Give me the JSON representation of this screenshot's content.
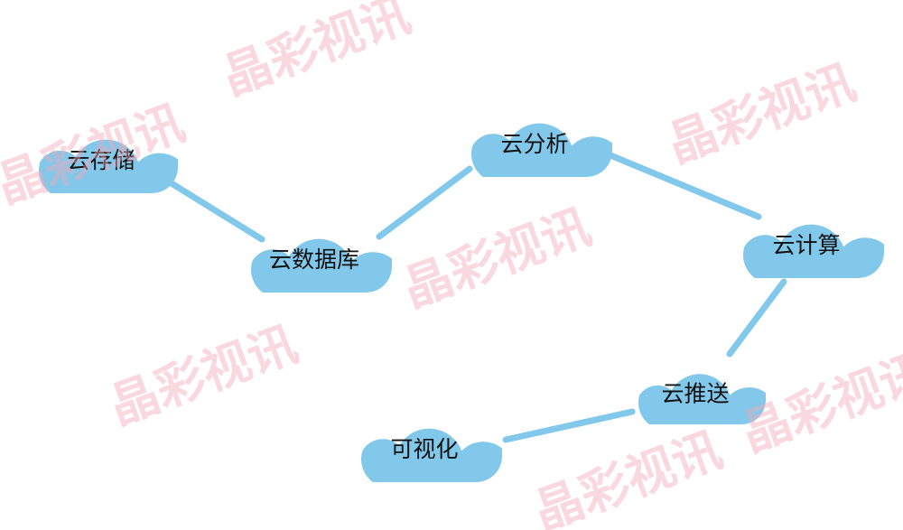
{
  "nodes": [
    {
      "id": "storage",
      "label": "云存储"
    },
    {
      "id": "database",
      "label": "云数据库"
    },
    {
      "id": "analysis",
      "label": "云分析"
    },
    {
      "id": "compute",
      "label": "云计算"
    },
    {
      "id": "push",
      "label": "云推送"
    },
    {
      "id": "visualization",
      "label": "可视化"
    }
  ],
  "edges": [
    {
      "from": "storage",
      "to": "database"
    },
    {
      "from": "database",
      "to": "analysis"
    },
    {
      "from": "analysis",
      "to": "compute"
    },
    {
      "from": "compute",
      "to": "push"
    },
    {
      "from": "push",
      "to": "visualization"
    }
  ],
  "watermark": {
    "text": "晶彩视讯",
    "count": 7
  },
  "colors": {
    "cloud": "#82c8ea",
    "connector": "#82c8ea",
    "label": "#111111",
    "watermark": "#f3a8b8"
  }
}
